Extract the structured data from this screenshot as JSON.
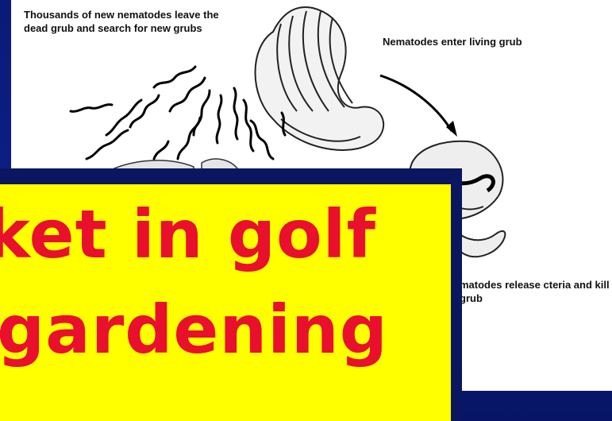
{
  "figure": {
    "label_new_nematodes": "Thousands of new nematodes leave the dead grub and search for new grubs",
    "label_enter": "Nematodes enter living grub",
    "label_release": "matodes release cteria and kill grub"
  },
  "banner": {
    "line1": "ket in golf",
    "line2": "gardening"
  },
  "colors": {
    "slide_background": "#0b1a6e",
    "banner_background": "#ffff00",
    "banner_text": "#e8102c"
  }
}
